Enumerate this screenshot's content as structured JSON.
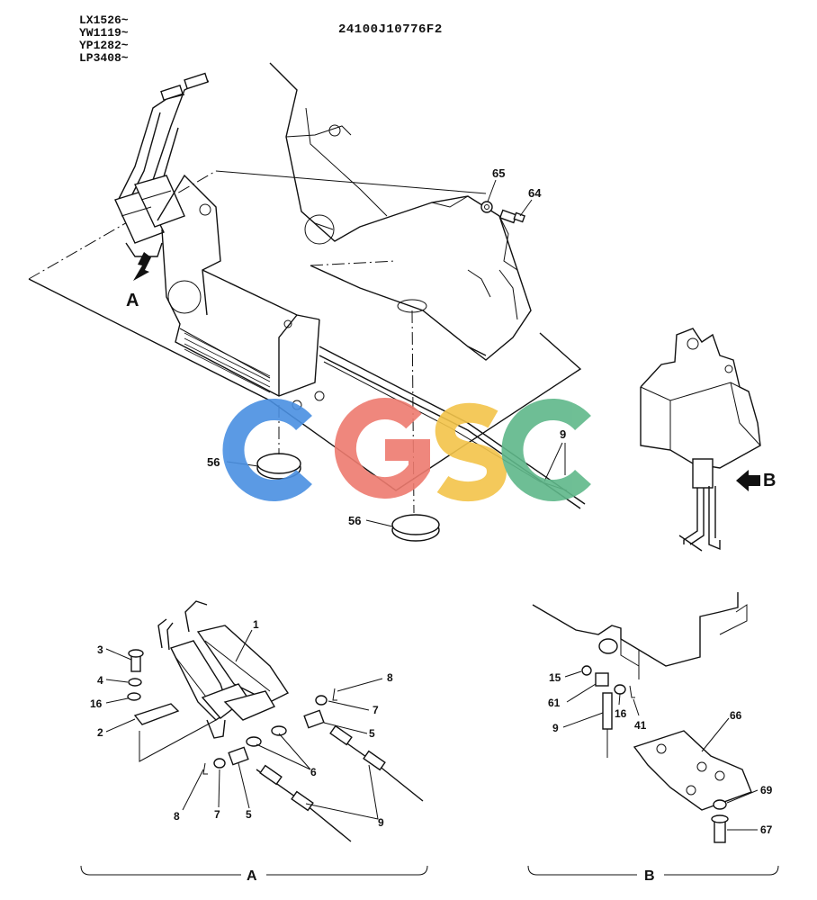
{
  "header": {
    "serial_ranges": [
      "LX1526~",
      "YW1119~",
      "YP1282~",
      "LP3408~"
    ],
    "drawing_number": "24100J10776F2"
  },
  "watermark": {
    "text": "CGSC",
    "colors": [
      "#4a90e2",
      "#ee7b6f",
      "#f3c44a",
      "#5fb88a"
    ]
  },
  "view_markers": {
    "arrow_a": "A",
    "arrow_b": "B"
  },
  "callouts_main": {
    "c65": "65",
    "c64": "64",
    "c9": "9",
    "c56_left": "56",
    "c56_right": "56"
  },
  "detail_a": {
    "label": "A",
    "callouts": {
      "c1": "1",
      "c3": "3",
      "c4": "4",
      "c16": "16",
      "c2": "2",
      "c8_top": "8",
      "c7_top": "7",
      "c5_right": "5",
      "c6": "6",
      "c8_bottom": "8",
      "c7_bottom": "7",
      "c5_bottom": "5",
      "c9": "9"
    }
  },
  "detail_b": {
    "label": "B",
    "callouts": {
      "c15": "15",
      "c61": "61",
      "c16": "16",
      "c41": "41",
      "c9": "9",
      "c66": "66",
      "c69": "69",
      "c67": "67"
    }
  }
}
